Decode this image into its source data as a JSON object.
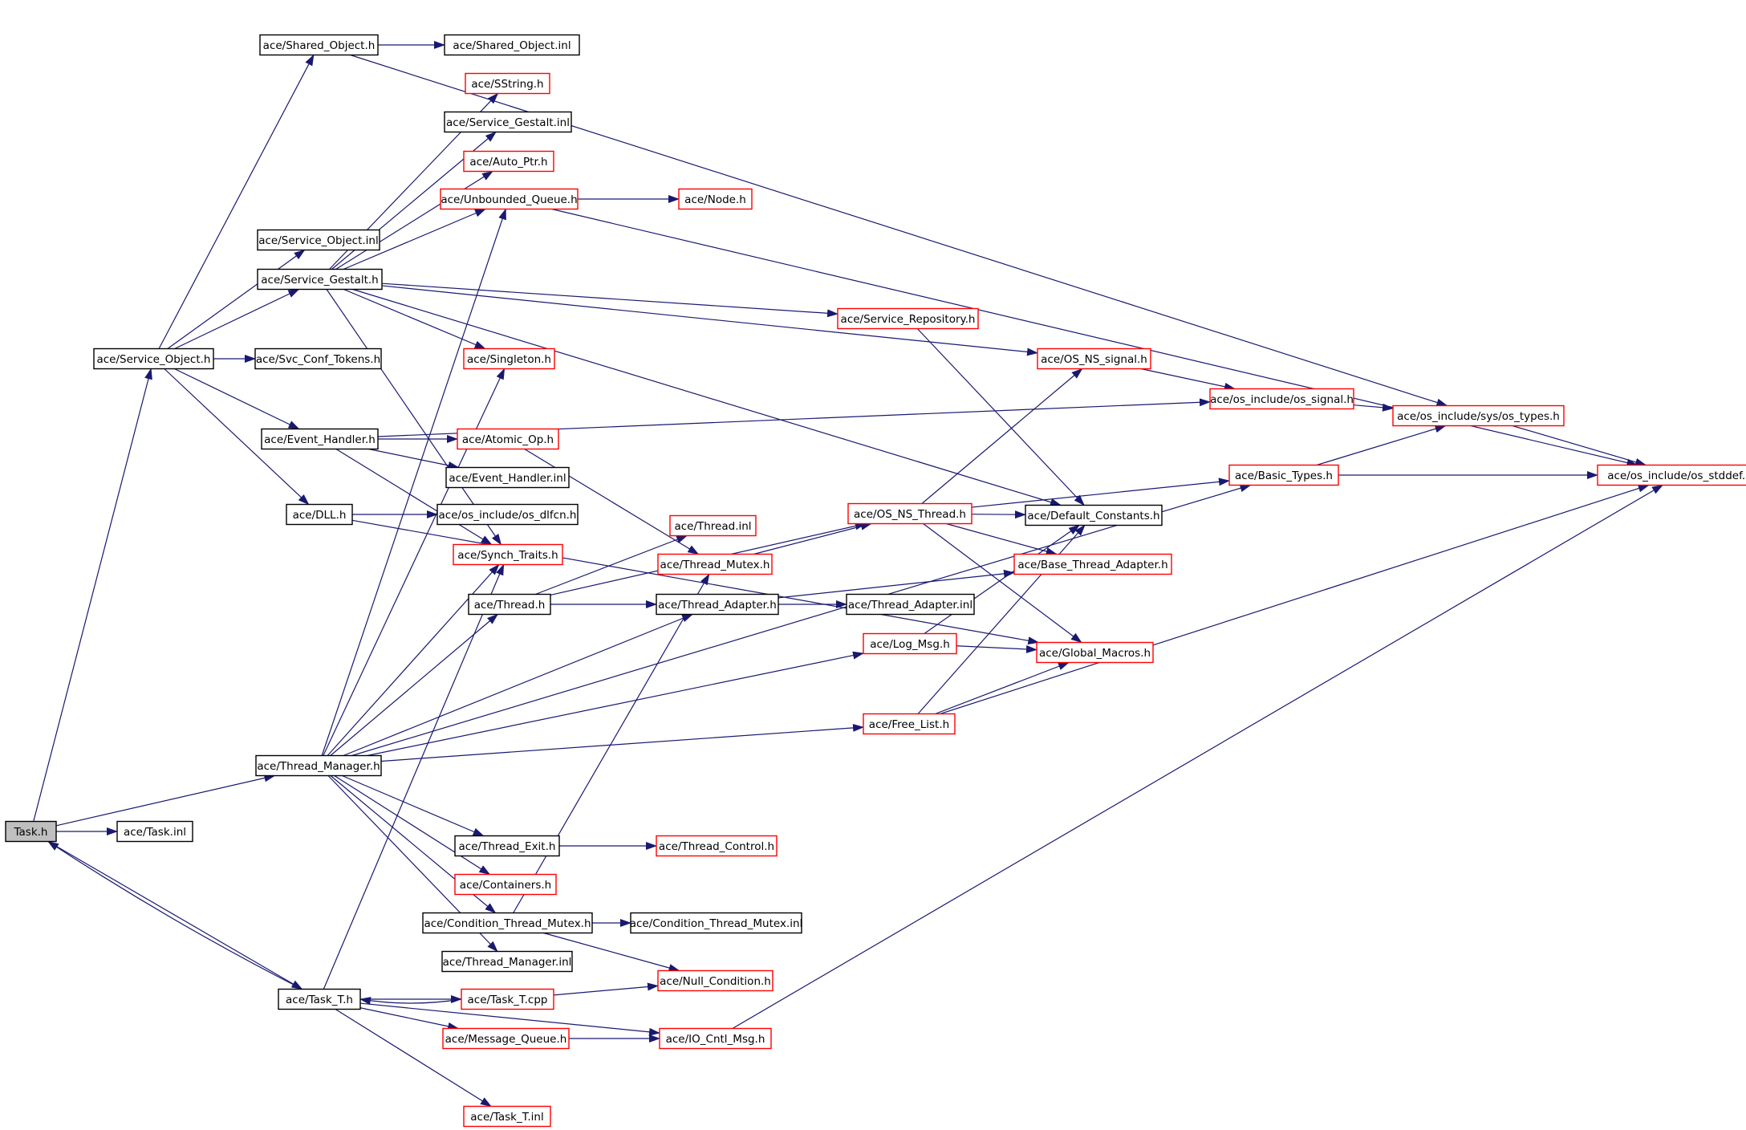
{
  "colors": {
    "edge": "#191970",
    "node_border_black": "#000000",
    "node_border_red": "#ff0000",
    "root_fill": "#bfbfbf"
  },
  "nodes": [
    {
      "id": "task_h",
      "label": "Task.h",
      "style": "root"
    },
    {
      "id": "task_inl",
      "label": "ace/Task.inl",
      "style": "black"
    },
    {
      "id": "service_object_h",
      "label": "ace/Service_Object.h",
      "style": "black"
    },
    {
      "id": "shared_object_h",
      "label": "ace/Shared_Object.h",
      "style": "black"
    },
    {
      "id": "shared_object_inl",
      "label": "ace/Shared_Object.inl",
      "style": "black"
    },
    {
      "id": "sstring_h",
      "label": "ace/SString.h",
      "style": "red"
    },
    {
      "id": "service_gestalt_inl",
      "label": "ace/Service_Gestalt.inl",
      "style": "black"
    },
    {
      "id": "auto_ptr_h",
      "label": "ace/Auto_Ptr.h",
      "style": "red"
    },
    {
      "id": "unbounded_queue_h",
      "label": "ace/Unbounded_Queue.h",
      "style": "red"
    },
    {
      "id": "node_h",
      "label": "ace/Node.h",
      "style": "red"
    },
    {
      "id": "service_object_inl",
      "label": "ace/Service_Object.inl",
      "style": "black"
    },
    {
      "id": "service_gestalt_h",
      "label": "ace/Service_Gestalt.h",
      "style": "black"
    },
    {
      "id": "service_repository_h",
      "label": "ace/Service_Repository.h",
      "style": "red"
    },
    {
      "id": "svc_conf_tokens_h",
      "label": "ace/Svc_Conf_Tokens.h",
      "style": "black"
    },
    {
      "id": "singleton_h",
      "label": "ace/Singleton.h",
      "style": "red"
    },
    {
      "id": "os_ns_signal_h",
      "label": "ace/OS_NS_signal.h",
      "style": "red"
    },
    {
      "id": "os_signal_h",
      "label": "ace/os_include/os_signal.h",
      "style": "red"
    },
    {
      "id": "os_types_h",
      "label": "ace/os_include/sys/os_types.h",
      "style": "red"
    },
    {
      "id": "event_handler_h",
      "label": "ace/Event_Handler.h",
      "style": "black"
    },
    {
      "id": "atomic_op_h",
      "label": "ace/Atomic_Op.h",
      "style": "red"
    },
    {
      "id": "event_handler_inl",
      "label": "ace/Event_Handler.inl",
      "style": "black"
    },
    {
      "id": "basic_types_h",
      "label": "ace/Basic_Types.h",
      "style": "red"
    },
    {
      "id": "os_stddef_h",
      "label": "ace/os_include/os_stddef.h",
      "style": "red"
    },
    {
      "id": "dll_h",
      "label": "ace/DLL.h",
      "style": "black"
    },
    {
      "id": "os_dlfcn_h",
      "label": "ace/os_include/os_dlfcn.h",
      "style": "black"
    },
    {
      "id": "thread_inl",
      "label": "ace/Thread.inl",
      "style": "red"
    },
    {
      "id": "os_ns_thread_h",
      "label": "ace/OS_NS_Thread.h",
      "style": "red"
    },
    {
      "id": "default_constants_h",
      "label": "ace/Default_Constants.h",
      "style": "black"
    },
    {
      "id": "synch_traits_h",
      "label": "ace/Synch_Traits.h",
      "style": "red"
    },
    {
      "id": "thread_mutex_h",
      "label": "ace/Thread_Mutex.h",
      "style": "red"
    },
    {
      "id": "base_thread_adapter_h",
      "label": "ace/Base_Thread_Adapter.h",
      "style": "red"
    },
    {
      "id": "thread_h",
      "label": "ace/Thread.h",
      "style": "black"
    },
    {
      "id": "thread_adapter_h",
      "label": "ace/Thread_Adapter.h",
      "style": "black"
    },
    {
      "id": "thread_adapter_inl",
      "label": "ace/Thread_Adapter.inl",
      "style": "black"
    },
    {
      "id": "log_msg_h",
      "label": "ace/Log_Msg.h",
      "style": "red"
    },
    {
      "id": "global_macros_h",
      "label": "ace/Global_Macros.h",
      "style": "red"
    },
    {
      "id": "free_list_h",
      "label": "ace/Free_List.h",
      "style": "red"
    },
    {
      "id": "thread_manager_h",
      "label": "ace/Thread_Manager.h",
      "style": "black"
    },
    {
      "id": "thread_exit_h",
      "label": "ace/Thread_Exit.h",
      "style": "black"
    },
    {
      "id": "thread_control_h",
      "label": "ace/Thread_Control.h",
      "style": "red"
    },
    {
      "id": "containers_h",
      "label": "ace/Containers.h",
      "style": "red"
    },
    {
      "id": "condition_thread_mutex_h",
      "label": "ace/Condition_Thread_Mutex.h",
      "style": "black"
    },
    {
      "id": "condition_thread_mutex_inl",
      "label": "ace/Condition_Thread_Mutex.inl",
      "style": "black"
    },
    {
      "id": "thread_manager_inl",
      "label": "ace/Thread_Manager.inl",
      "style": "black"
    },
    {
      "id": "task_t_h",
      "label": "ace/Task_T.h",
      "style": "black"
    },
    {
      "id": "task_t_cpp",
      "label": "ace/Task_T.cpp",
      "style": "red"
    },
    {
      "id": "null_condition_h",
      "label": "ace/Null_Condition.h",
      "style": "red"
    },
    {
      "id": "message_queue_h",
      "label": "ace/Message_Queue.h",
      "style": "red"
    },
    {
      "id": "io_cntl_msg_h",
      "label": "ace/IO_Cntl_Msg.h",
      "style": "red"
    },
    {
      "id": "task_t_inl",
      "label": "ace/Task_T.inl",
      "style": "red"
    }
  ],
  "edges": [
    [
      "task_h",
      "task_inl"
    ],
    [
      "task_h",
      "service_object_h"
    ],
    [
      "task_h",
      "thread_manager_h"
    ],
    [
      "task_h",
      "task_t_h"
    ],
    [
      "task_t_h",
      "task_h"
    ],
    [
      "service_object_h",
      "shared_object_h"
    ],
    [
      "service_object_h",
      "service_object_inl"
    ],
    [
      "service_object_h",
      "service_gestalt_h"
    ],
    [
      "service_object_h",
      "svc_conf_tokens_h"
    ],
    [
      "service_object_h",
      "event_handler_h"
    ],
    [
      "service_object_h",
      "dll_h"
    ],
    [
      "shared_object_h",
      "shared_object_inl"
    ],
    [
      "shared_object_h",
      "os_types_h"
    ],
    [
      "service_gestalt_h",
      "sstring_h"
    ],
    [
      "service_gestalt_h",
      "service_gestalt_inl"
    ],
    [
      "service_gestalt_h",
      "auto_ptr_h"
    ],
    [
      "service_gestalt_h",
      "unbounded_queue_h"
    ],
    [
      "service_gestalt_h",
      "os_ns_signal_h"
    ],
    [
      "service_gestalt_h",
      "service_repository_h"
    ],
    [
      "service_gestalt_h",
      "singleton_h"
    ],
    [
      "service_gestalt_h",
      "default_constants_h"
    ],
    [
      "service_gestalt_h",
      "synch_traits_h"
    ],
    [
      "unbounded_queue_h",
      "node_h"
    ],
    [
      "unbounded_queue_h",
      "os_stddef_h"
    ],
    [
      "service_repository_h",
      "default_constants_h"
    ],
    [
      "os_ns_signal_h",
      "os_signal_h"
    ],
    [
      "os_signal_h",
      "os_types_h"
    ],
    [
      "os_types_h",
      "os_stddef_h"
    ],
    [
      "event_handler_h",
      "os_signal_h"
    ],
    [
      "event_handler_h",
      "atomic_op_h"
    ],
    [
      "event_handler_h",
      "event_handler_inl"
    ],
    [
      "event_handler_h",
      "synch_traits_h"
    ],
    [
      "atomic_op_h",
      "thread_mutex_h"
    ],
    [
      "dll_h",
      "os_dlfcn_h"
    ],
    [
      "dll_h",
      "global_macros_h"
    ],
    [
      "basic_types_h",
      "os_types_h"
    ],
    [
      "basic_types_h",
      "os_stddef_h"
    ],
    [
      "thread_h",
      "thread_inl"
    ],
    [
      "thread_h",
      "os_ns_thread_h"
    ],
    [
      "thread_h",
      "thread_adapter_h"
    ],
    [
      "thread_mutex_h",
      "os_ns_thread_h"
    ],
    [
      "os_ns_thread_h",
      "os_ns_signal_h"
    ],
    [
      "os_ns_thread_h",
      "basic_types_h"
    ],
    [
      "os_ns_thread_h",
      "default_constants_h"
    ],
    [
      "os_ns_thread_h",
      "base_thread_adapter_h"
    ],
    [
      "os_ns_thread_h",
      "global_macros_h"
    ],
    [
      "thread_adapter_h",
      "thread_adapter_inl"
    ],
    [
      "thread_adapter_h",
      "base_thread_adapter_h"
    ],
    [
      "log_msg_h",
      "global_macros_h"
    ],
    [
      "log_msg_h",
      "default_constants_h"
    ],
    [
      "free_list_h",
      "default_constants_h"
    ],
    [
      "free_list_h",
      "global_macros_h"
    ],
    [
      "free_list_h",
      "os_stddef_h"
    ],
    [
      "thread_manager_h",
      "singleton_h"
    ],
    [
      "thread_manager_h",
      "unbounded_queue_h"
    ],
    [
      "thread_manager_h",
      "synch_traits_h"
    ],
    [
      "thread_manager_h",
      "thread_h"
    ],
    [
      "thread_manager_h",
      "thread_adapter_h"
    ],
    [
      "thread_manager_h",
      "log_msg_h"
    ],
    [
      "thread_manager_h",
      "free_list_h"
    ],
    [
      "thread_manager_h",
      "basic_types_h"
    ],
    [
      "thread_manager_h",
      "thread_exit_h"
    ],
    [
      "thread_manager_h",
      "containers_h"
    ],
    [
      "thread_manager_h",
      "condition_thread_mutex_h"
    ],
    [
      "thread_manager_h",
      "thread_manager_inl"
    ],
    [
      "thread_exit_h",
      "thread_control_h"
    ],
    [
      "condition_thread_mutex_h",
      "condition_thread_mutex_inl"
    ],
    [
      "condition_thread_mutex_h",
      "thread_mutex_h"
    ],
    [
      "condition_thread_mutex_h",
      "null_condition_h"
    ],
    [
      "task_t_h",
      "synch_traits_h"
    ],
    [
      "task_t_h",
      "task_t_cpp"
    ],
    [
      "task_t_cpp",
      "task_t_h"
    ],
    [
      "task_t_cpp",
      "null_condition_h"
    ],
    [
      "task_t_h",
      "message_queue_h"
    ],
    [
      "task_t_h",
      "io_cntl_msg_h"
    ],
    [
      "task_t_h",
      "task_t_inl"
    ],
    [
      "message_queue_h",
      "io_cntl_msg_h"
    ],
    [
      "io_cntl_msg_h",
      "os_stddef_h"
    ]
  ]
}
